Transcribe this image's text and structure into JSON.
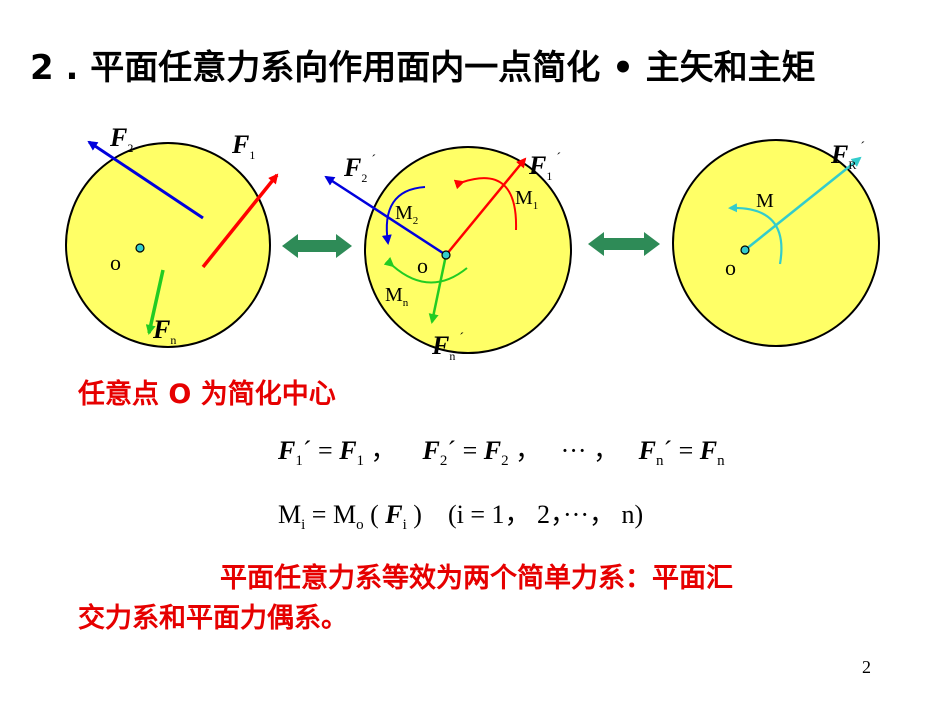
{
  "slide": {
    "title": "2 . 平面任意力系向作用面内一点简化 • 主矢和主矩",
    "page_number": "2"
  },
  "diagram": {
    "colors": {
      "disk_fill": "#ffff66",
      "f1": "#ff0000",
      "f2": "#0000dd",
      "fn": "#22cc22",
      "resultant": "#33cccc",
      "double_arrow": "#2e8b57"
    },
    "left": {
      "point": "o",
      "F1": "F",
      "F1_sub": "1",
      "F2": "F",
      "F2_sub": "2",
      "Fn": "F",
      "Fn_sub": "n"
    },
    "middle": {
      "point": "o",
      "F1": "F",
      "F1_sub": "1",
      "F2": "F",
      "F2_sub": "2",
      "Fn": "F",
      "Fn_sub": "n",
      "prime": "´",
      "M1": "M",
      "M1_sub": "1",
      "M2": "M",
      "M2_sub": "2",
      "Mn": "M",
      "Mn_sub": "n"
    },
    "right": {
      "point": "o",
      "FR": "F",
      "FR_sub": "R",
      "prime": "´",
      "M": "M"
    }
  },
  "text": {
    "center_line": "任意点 O  为简化中心",
    "conclusion_1": "平面任意力系等效为两个简单力系：平面汇",
    "conclusion_2": "交力系和平面力偶系。"
  },
  "equation1": {
    "F": "F",
    "prime": "´",
    "eq": " = ",
    "s1": "1",
    "s2": "2",
    "sn": "n",
    "sep": " ，   ",
    "dots": "···"
  },
  "equation2": {
    "M": "M",
    "i": "i",
    "o": "o",
    "eq": " = ",
    "open": " ( ",
    "F": "F",
    "close": " )",
    "range": "(i = 1， 2，···， n)"
  }
}
